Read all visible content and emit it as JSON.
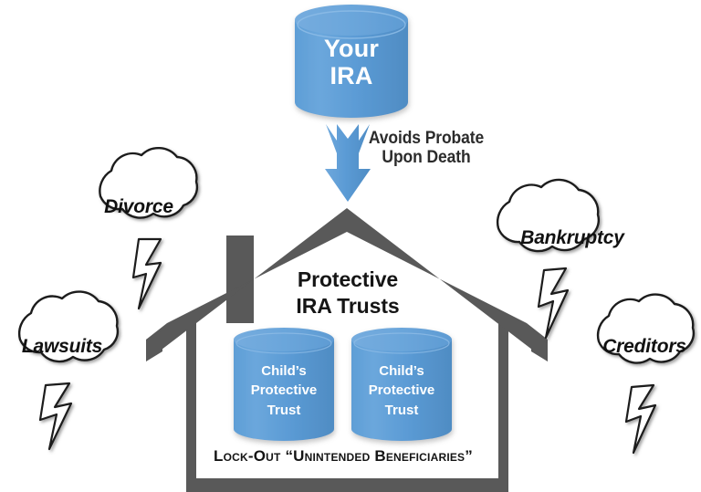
{
  "diagram": {
    "title": "Protective IRA Trusts asset protection diagram",
    "colors": {
      "cylinder_blue": "#5B9BD5",
      "cylinder_top_blue": "#6FA8DC",
      "arrow_blue": "#5B9BD5",
      "house_gray": "#595959",
      "cloud_fill": "#FFFFFF",
      "cloud_stroke": "#1A1A1A",
      "text_dark": "#151515",
      "text_light": "#FFFFFF"
    }
  },
  "source": {
    "name": "ira-cylinder",
    "icon": "database-cylinder-icon",
    "label_line1": "Your",
    "label_line2": "IRA",
    "label": "Your\nIRA"
  },
  "flow": {
    "arrow": {
      "name": "down-arrow-icon",
      "direction": "down"
    },
    "note_line1": "Avoids Probate",
    "note_line2": "Upon Death",
    "note": "Avoids Probate\nUpon Death"
  },
  "house": {
    "icon": "house-outline-icon",
    "title_line1": "Protective",
    "title_line2": "IRA Trusts",
    "title": "Protective\nIRA Trusts",
    "footer": "Lock-Out “Unintended Beneficiaries”",
    "trusts": [
      {
        "icon": "database-cylinder-icon",
        "line1": "Child’s",
        "line2": "Protective",
        "line3": "Trust",
        "label": "Child’s\nProtective\nTrust"
      },
      {
        "icon": "database-cylinder-icon",
        "line1": "Child’s",
        "line2": "Protective",
        "line3": "Trust",
        "label": "Child’s\nProtective\nTrust"
      }
    ]
  },
  "threats": [
    {
      "id": "divorce",
      "label": "Divorce",
      "icon": "storm-cloud-icon",
      "bolt": "lightning-bolt-icon",
      "position": "top-left"
    },
    {
      "id": "lawsuits",
      "label": "Lawsuits",
      "icon": "storm-cloud-icon",
      "bolt": "lightning-bolt-icon",
      "position": "bottom-left"
    },
    {
      "id": "bankruptcy",
      "label": "Bankruptcy",
      "icon": "storm-cloud-icon",
      "bolt": "lightning-bolt-icon",
      "position": "top-right"
    },
    {
      "id": "creditors",
      "label": "Creditors",
      "icon": "storm-cloud-icon",
      "bolt": "lightning-bolt-icon",
      "position": "bottom-right"
    }
  ]
}
